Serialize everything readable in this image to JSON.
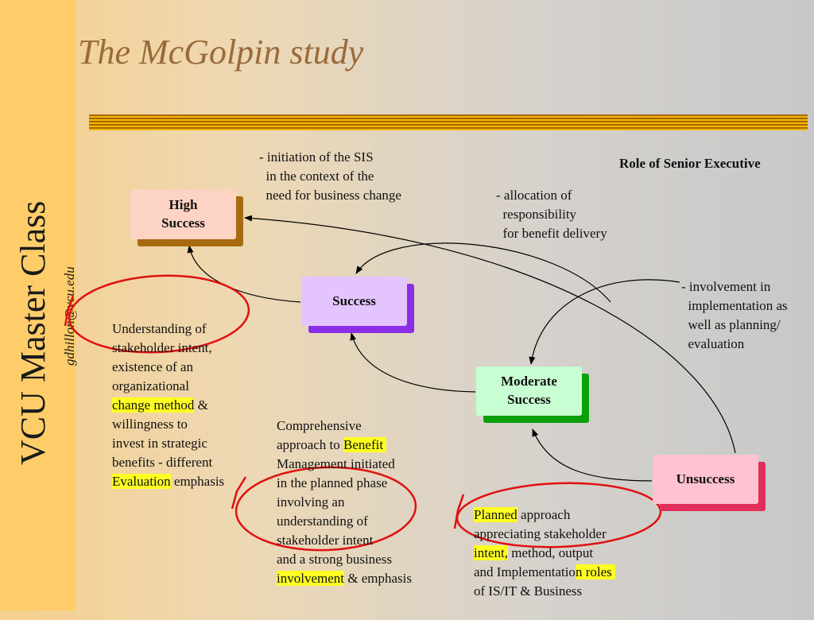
{
  "sidebar": {
    "title": "VCU  Master Class",
    "email": "gdhillon@vcu.edu"
  },
  "slide": {
    "title": "The McGolpin study",
    "role_heading": "Role of Senior Executive"
  },
  "nodes": {
    "high": "High\nSuccess",
    "success": "Success",
    "moderate": "Moderate\nSuccess",
    "unsuccess": "Unsuccess"
  },
  "roles": {
    "initiation": "- initiation of the SIS\n  in the context of the\n  need for business change",
    "allocation": "- allocation of\n  responsibility\n  for benefit delivery",
    "involvement": "- involvement in\n  implementation as\n  well as planning/\n  evaluation"
  },
  "left_text": {
    "l1": "Understanding of",
    "l2": "stakeholder intent,",
    "l3": "existence of an",
    "l4": "organizational",
    "l5a": "change method",
    "l5b": " &",
    "l6": "willingness to",
    "l7": "invest in strategic",
    "l8": "benefits - different",
    "l9a": "Evaluation",
    "l9b": " emphasis"
  },
  "mid_text": {
    "l1": "Comprehensive",
    "l2a": "approach to ",
    "l2b": "Benefit ",
    "l3": "Management initiated",
    "l4": "in the planned phase",
    "l5": "involving an",
    "l6": "understanding of",
    "l7": "stakeholder intent",
    "l8": "and a strong business",
    "l9a": "involvement",
    "l9b": " & emphasis"
  },
  "right_text": {
    "l1a": "Planned",
    "l1b": " approach",
    "l2": "appreciating stakeholder",
    "l3a": "intent,",
    "l3b": " method, output",
    "l4a": "and Implementatio",
    "l4b": "n roles ",
    "l5": "of IS/IT & Business"
  },
  "colors": {
    "high_fill": "#fdd3c3",
    "high_shadow": "#a86a10",
    "success_fill": "#e4c4ff",
    "success_shadow": "#8a2ee6",
    "moderate_fill": "#c8ffd2",
    "moderate_shadow": "#0aa00a",
    "unsuccess_fill": "#ffc2d0",
    "unsuccess_shadow": "#e0305a",
    "highlight": "#ffff22",
    "annotation_red": "#e01010"
  }
}
